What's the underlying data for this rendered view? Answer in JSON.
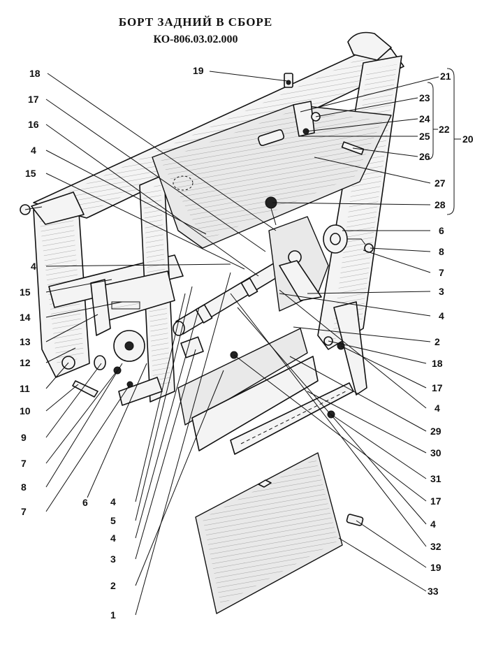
{
  "title": {
    "line1": "БОРТ ЗАДНИЙ В СБОРЕ",
    "line2": "КО-806.03.02.000"
  },
  "callouts": {
    "left": [
      "18",
      "17",
      "16",
      "4",
      "15",
      "4",
      "15",
      "14",
      "13",
      "12",
      "11",
      "10",
      "9",
      "7",
      "8",
      "7"
    ],
    "bottom": [
      "6",
      "4",
      "5",
      "4",
      "3",
      "2",
      "1"
    ],
    "top": [
      "19"
    ],
    "right": [
      "21",
      "23",
      "24",
      "25",
      "26",
      "27",
      "28",
      "6",
      "8",
      "7",
      "3",
      "4",
      "2",
      "18",
      "17",
      "4",
      "29",
      "30",
      "31",
      "17",
      "4",
      "32",
      "19",
      "33"
    ],
    "groups": [
      "22",
      "20"
    ]
  }
}
